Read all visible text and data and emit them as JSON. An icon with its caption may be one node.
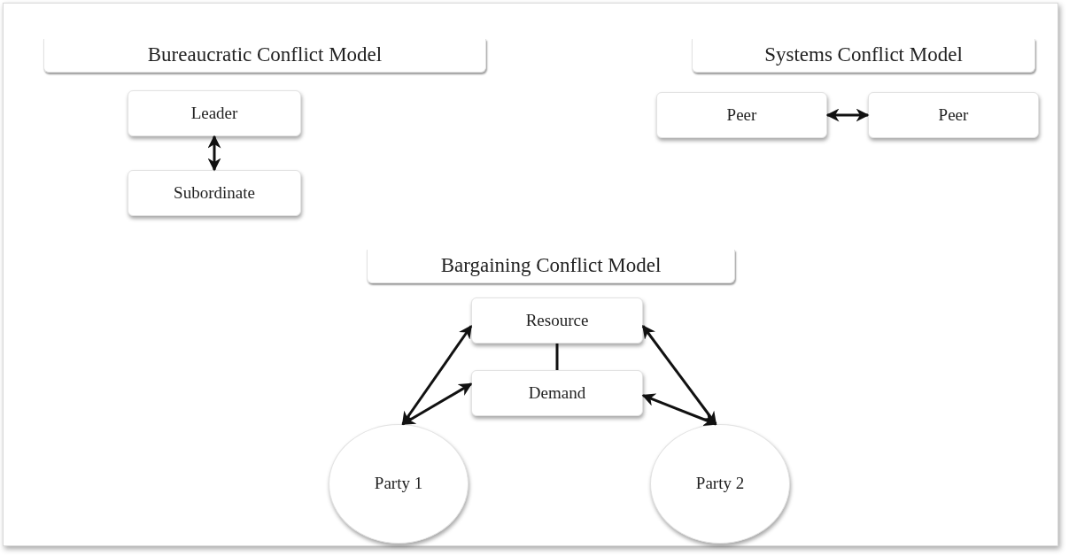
{
  "diagram": {
    "nodes": [
      {
        "text": [
          "Bureaucratic Conflict Model"
        ]
      },
      {
        "text": [
          "Leader"
        ]
      },
      {
        "text": [
          "Subordinate"
        ]
      },
      {
        "text": [
          "Systems Conflict Model"
        ]
      },
      {
        "text": [
          "Peer"
        ]
      },
      {
        "text": [
          "Peer"
        ]
      },
      {
        "text": [
          "Bargaining Conflict Model"
        ]
      },
      {
        "text": [
          "Resource"
        ]
      },
      {
        "text": [
          "Demand"
        ]
      },
      {
        "text": [
          "Party 1"
        ]
      },
      {
        "text": [
          "Party 2"
        ]
      }
    ],
    "edges": [
      {
        "from": 1,
        "to": 2,
        "arrow": "both"
      },
      {
        "from": 4,
        "to": 5,
        "arrow": "both"
      },
      {
        "from": 7,
        "to": 8,
        "arrow": "none"
      },
      {
        "from": 9,
        "to": 7,
        "arrow": "both"
      },
      {
        "from": 9,
        "to": 8,
        "arrow": "both"
      },
      {
        "from": 10,
        "to": 7,
        "arrow": "both"
      },
      {
        "from": 10,
        "to": 8,
        "arrow": "both"
      }
    ]
  }
}
